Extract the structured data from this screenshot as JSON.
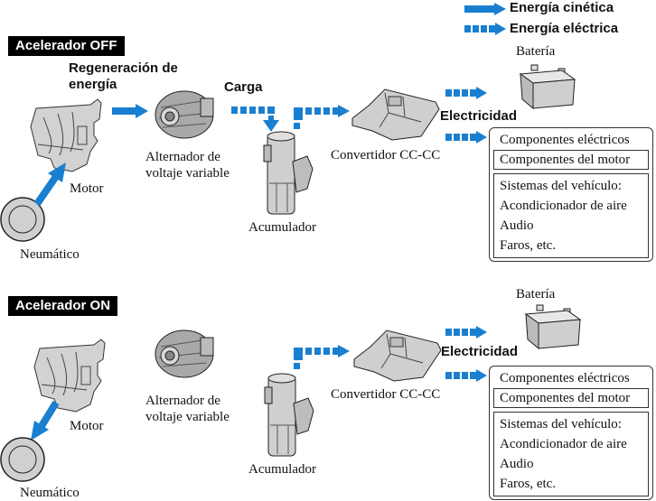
{
  "legend": {
    "kinetic_label": "Energía cinética",
    "electric_label": "Energía eléctrica"
  },
  "colors": {
    "arrow": "#1a7fd0",
    "part_fill": "#c8c8c8",
    "badge_bg": "#000000"
  },
  "panels": [
    {
      "badge": "Acelerador OFF",
      "regen_label": "Regeneración de energía",
      "regen_line1": "Regeneración de",
      "regen_line2": "energía",
      "charge_label": "Carga",
      "motor_label": "Motor",
      "tire_label": "Neumático",
      "alternator_line1": "Alternador de",
      "alternator_line2": "voltaje variable",
      "accumulator_label": "Acumulador",
      "converter_label": "Convertidor CC-CC",
      "electricity_label": "Electricidad",
      "battery_label": "Batería",
      "components": {
        "title": "Componentes eléctricos",
        "engine": "Componentes del motor",
        "systems": [
          "Sistemas del vehículo:",
          "Acondicionador de aire",
          "Audio",
          "Faros, etc."
        ]
      }
    },
    {
      "badge": "Acelerador ON",
      "motor_label": "Motor",
      "tire_label": "Neumático",
      "alternator_line1": "Alternador de",
      "alternator_line2": "voltaje variable",
      "accumulator_label": "Acumulador",
      "converter_label": "Convertidor CC-CC",
      "electricity_label": "Electricidad",
      "battery_label": "Batería",
      "components": {
        "title": "Componentes eléctricos",
        "engine": "Componentes del motor",
        "systems": [
          "Sistemas del vehículo:",
          "Acondicionador de aire",
          "Audio",
          "Faros, etc."
        ]
      }
    }
  ]
}
